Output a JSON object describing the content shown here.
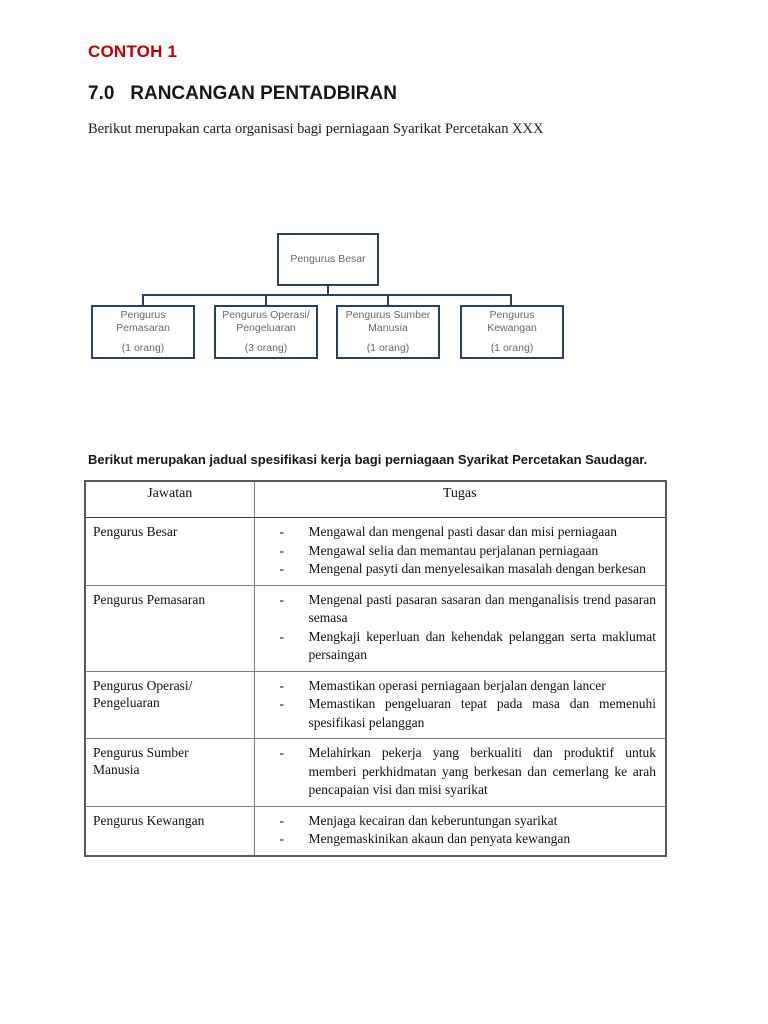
{
  "document": {
    "example_label": "CONTOH 1",
    "section_number": "7.0",
    "section_title": "RANCANGAN PENTADBIRAN",
    "section_heading": "7.0   RANCANGAN PENTADBIRAN",
    "intro_text": "Berikut merupakan carta organisasi bagi perniagaan Syarikat Percetakan XXX",
    "table_caption": "Berikut merupakan jadual spesifikasi kerja bagi perniagaan Syarikat Percetakan Saudagar."
  },
  "colors": {
    "accent_red": "#C00000",
    "chart_border": "#27415F",
    "chart_text": "#5E6A75",
    "table_border": "#5a5a5a",
    "heading_text": "#171717"
  },
  "org_chart": {
    "root": {
      "title": "Pengurus Besar",
      "count": ""
    },
    "children": [
      {
        "title_line1": "Pengurus",
        "title_line2": "Pemasaran",
        "count": "(1 orang)"
      },
      {
        "title_line1": "Pengurus Operasi/",
        "title_line2": "Pengeluaran",
        "count": "(3 orang)"
      },
      {
        "title_line1": "Pengurus Sumber",
        "title_line2": "Manusia",
        "count": "(1 orang)"
      },
      {
        "title_line1": "Pengurus",
        "title_line2": "Kewangan",
        "count": "(1 orang)"
      }
    ]
  },
  "spec_table": {
    "headers": [
      "Jawatan",
      "Tugas"
    ],
    "rows": [
      {
        "jawatan": "Pengurus Besar",
        "tugas": [
          "Mengawal dan mengenal pasti dasar dan misi perniagaan",
          "Mengawal selia dan memantau perjalanan perniagaan",
          "Mengenal pasyti dan menyelesaikan masalah dengan berkesan"
        ]
      },
      {
        "jawatan": "Pengurus Pemasaran",
        "tugas": [
          "Mengenal pasti pasaran sasaran dan menganalisis trend pasaran semasa",
          "Mengkaji keperluan dan kehendak pelanggan serta maklumat persaingan"
        ]
      },
      {
        "jawatan": "Pengurus Operasi/ Pengeluaran",
        "jawatan_line1": "Pengurus Operasi/",
        "jawatan_line2": "Pengeluaran",
        "tugas": [
          "Memastikan operasi perniagaan berjalan dengan lancer",
          "Memastikan pengeluaran tepat pada masa dan memenuhi spesifikasi pelanggan"
        ]
      },
      {
        "jawatan": "Pengurus Sumber Manusia",
        "jawatan_line1": "Pengurus Sumber",
        "jawatan_line2": "Manusia",
        "tugas": [
          "Melahirkan pekerja yang berkualiti dan produktif untuk memberi perkhidmatan yang berkesan dan cemerlang ke arah pencapaian visi dan misi syarikat"
        ]
      },
      {
        "jawatan": "Pengurus Kewangan",
        "tugas": [
          "Menjaga kecairan dan keberuntungan syarikat",
          "Mengemaskinikan akaun dan penyata kewangan"
        ]
      }
    ]
  }
}
